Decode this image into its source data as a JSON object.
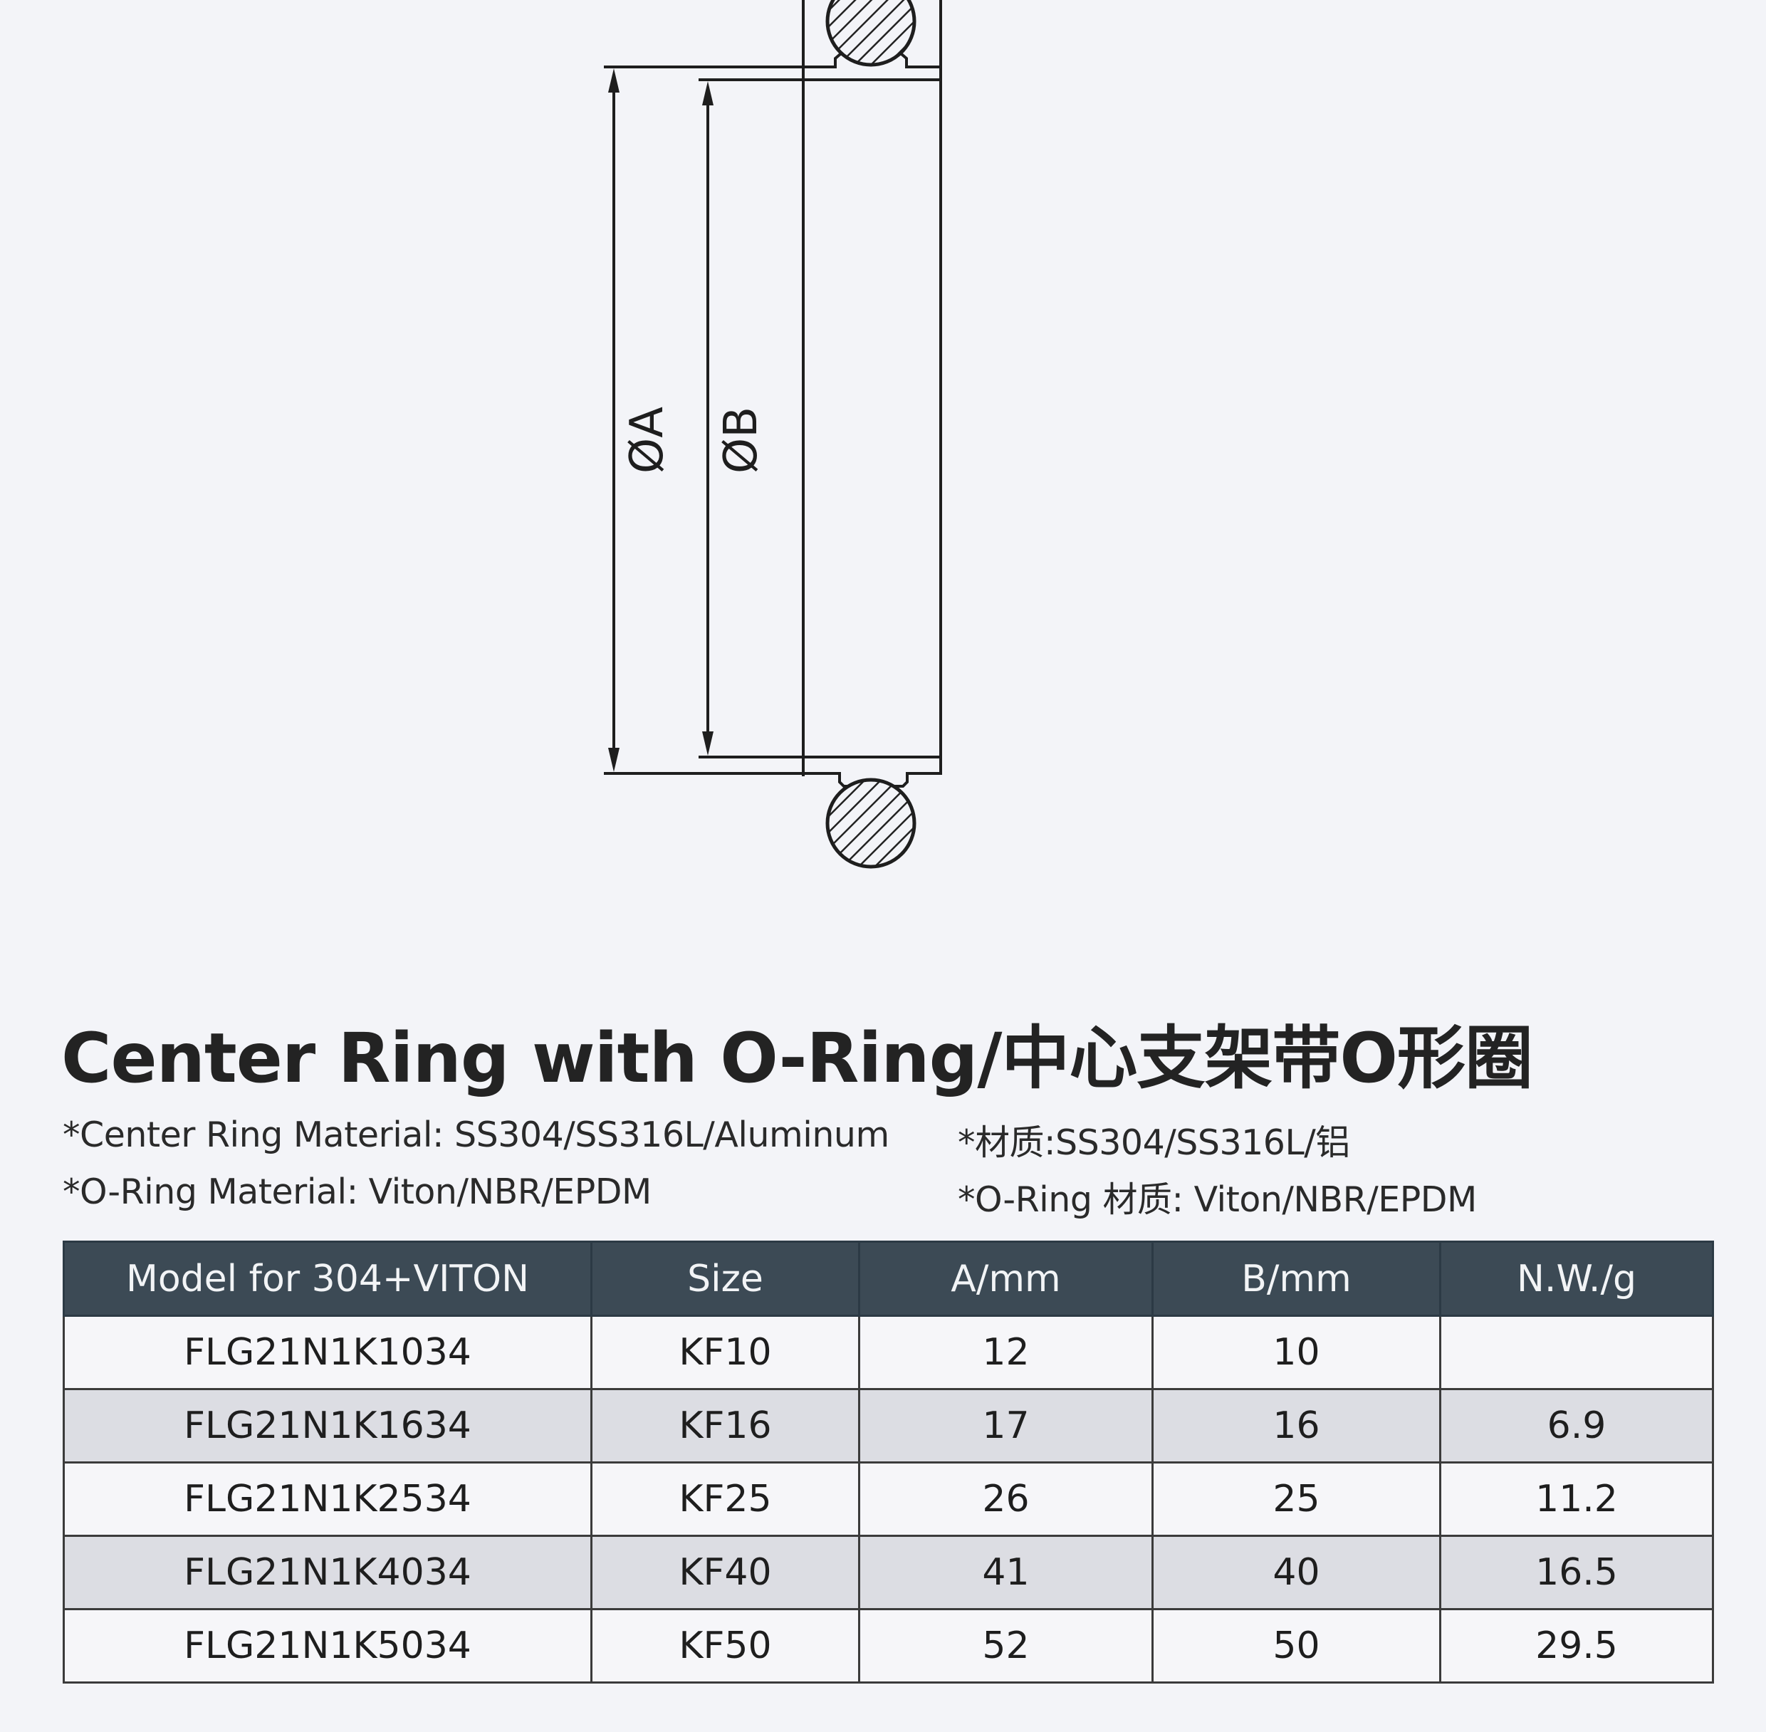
{
  "diagram": {
    "dim_a_label": "ØA",
    "dim_b_label": "ØB"
  },
  "title": "Center Ring with O-Ring/中心支架带O形圈",
  "notes": {
    "center_ring_material_en": "*Center Ring Material: SS304/SS316L/Aluminum",
    "center_ring_material_cn": "*材质:SS304/SS316L/铝",
    "oring_material_en": "*O-Ring Material: Viton/NBR/EPDM",
    "oring_material_cn": "*O-Ring 材质: Viton/NBR/EPDM"
  },
  "table": {
    "headers": [
      "Model for 304+VITON",
      "Size",
      "A/mm",
      "B/mm",
      "N.W./g"
    ],
    "rows": [
      [
        "FLG21N1K1034",
        "KF10",
        "12",
        "10",
        ""
      ],
      [
        "FLG21N1K1634",
        "KF16",
        "17",
        "16",
        "6.9"
      ],
      [
        "FLG21N1K2534",
        "KF25",
        "26",
        "25",
        "11.2"
      ],
      [
        "FLG21N1K4034",
        "KF40",
        "41",
        "40",
        "16.5"
      ],
      [
        "FLG21N1K5034",
        "KF50",
        "52",
        "50",
        "29.5"
      ]
    ]
  }
}
